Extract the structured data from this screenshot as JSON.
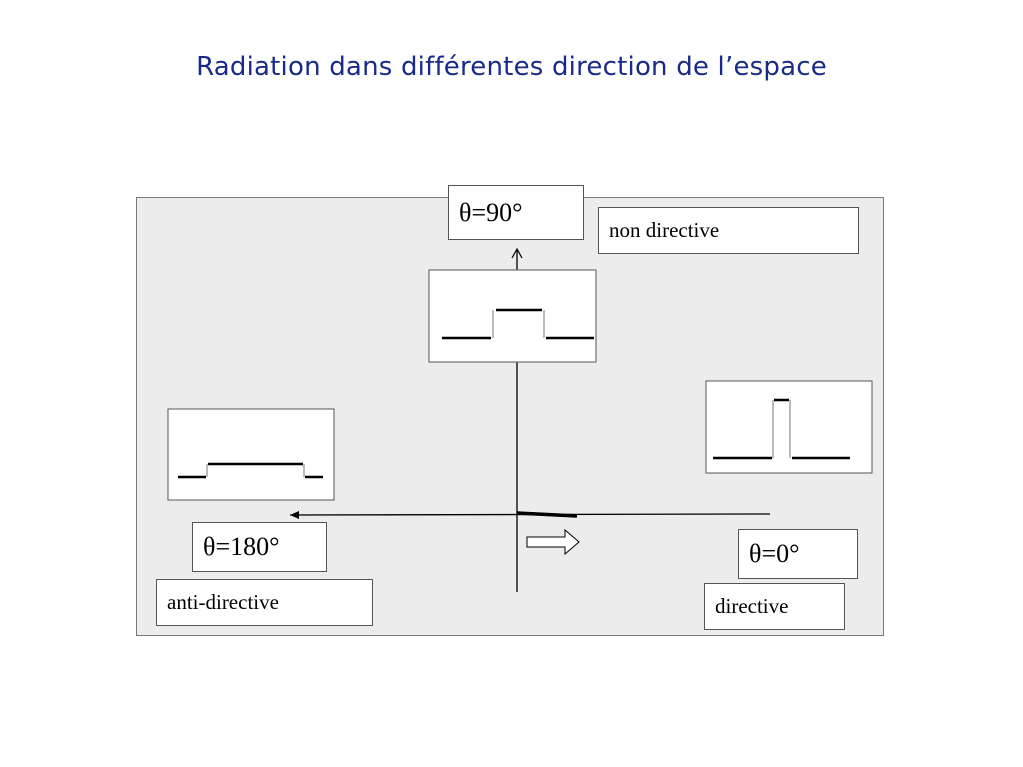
{
  "slide": {
    "title": "Radiation dans différentes direction de l’espace"
  },
  "directions": {
    "theta_90": {
      "angle": "θ=90°",
      "label": "non directive"
    },
    "theta_180": {
      "angle": "θ=180°",
      "label": "anti-directive"
    },
    "theta_0": {
      "angle": "θ=0°",
      "label": "directive"
    }
  }
}
